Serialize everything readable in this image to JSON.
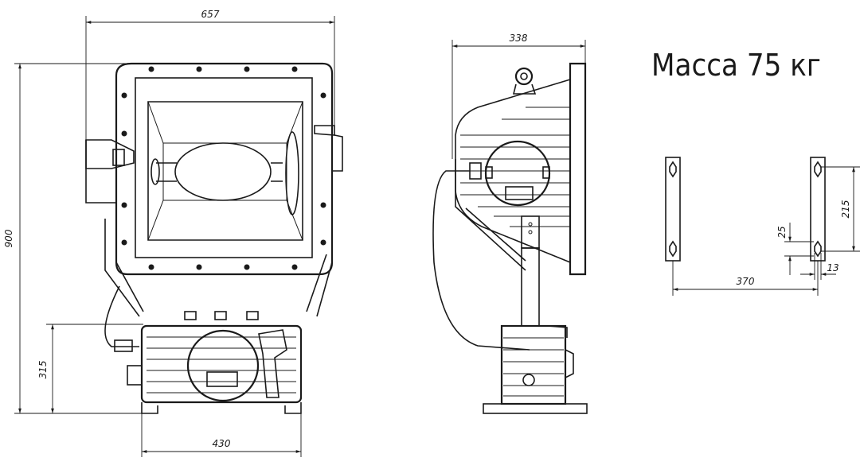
{
  "mass_label": "Масса 75 кг",
  "front_view": {
    "width_dim": "657",
    "height_dim": "900",
    "base_height_dim": "315",
    "base_width_dim": "430"
  },
  "side_view": {
    "depth_dim": "338"
  },
  "mounting": {
    "spacing_dim": "370",
    "hole_spacing_dim": "215",
    "slot_height_dim": "25",
    "slot_width_dim": "13"
  }
}
